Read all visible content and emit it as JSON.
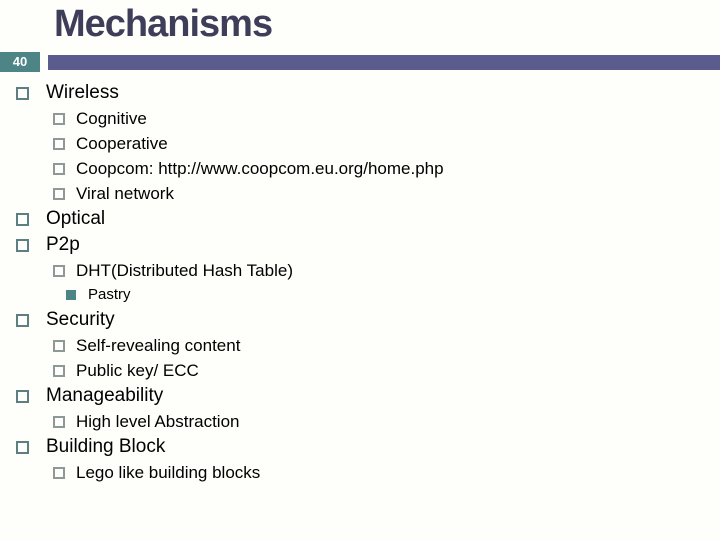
{
  "slide": {
    "title": "Mechanisms",
    "slide_number": "40",
    "colors": {
      "background": "#FEFEFB",
      "title_text": "#3E3E5A",
      "number_box_bg": "#4D8587",
      "number_text": "#FFFFFF",
      "header_bar_bg": "#5B5B8D",
      "bullet_l1_border": "#5E7F82",
      "bullet_l2_border": "#8E9898",
      "bullet_l3_fill": "#4D8587",
      "body_text": "#000000"
    },
    "bullets": [
      {
        "level": 1,
        "text": "Wireless"
      },
      {
        "level": 2,
        "text": "Cognitive"
      },
      {
        "level": 2,
        "text": "Cooperative"
      },
      {
        "level": 2,
        "text": "Coopcom: http://www.coopcom.eu.org/home.php"
      },
      {
        "level": 2,
        "text": "Viral network"
      },
      {
        "level": 1,
        "text": "Optical"
      },
      {
        "level": 1,
        "text": "P2p"
      },
      {
        "level": 2,
        "text": "DHT(Distributed Hash Table)"
      },
      {
        "level": 3,
        "text": "Pastry"
      },
      {
        "level": 1,
        "text": "Security"
      },
      {
        "level": 2,
        "text": "Self-revealing content"
      },
      {
        "level": 2,
        "text": "Public key/ ECC"
      },
      {
        "level": 1,
        "text": "Manageability"
      },
      {
        "level": 2,
        "text": "High level Abstraction"
      },
      {
        "level": 1,
        "text": "Building Block"
      },
      {
        "level": 2,
        "text": "Lego like building blocks"
      }
    ]
  }
}
